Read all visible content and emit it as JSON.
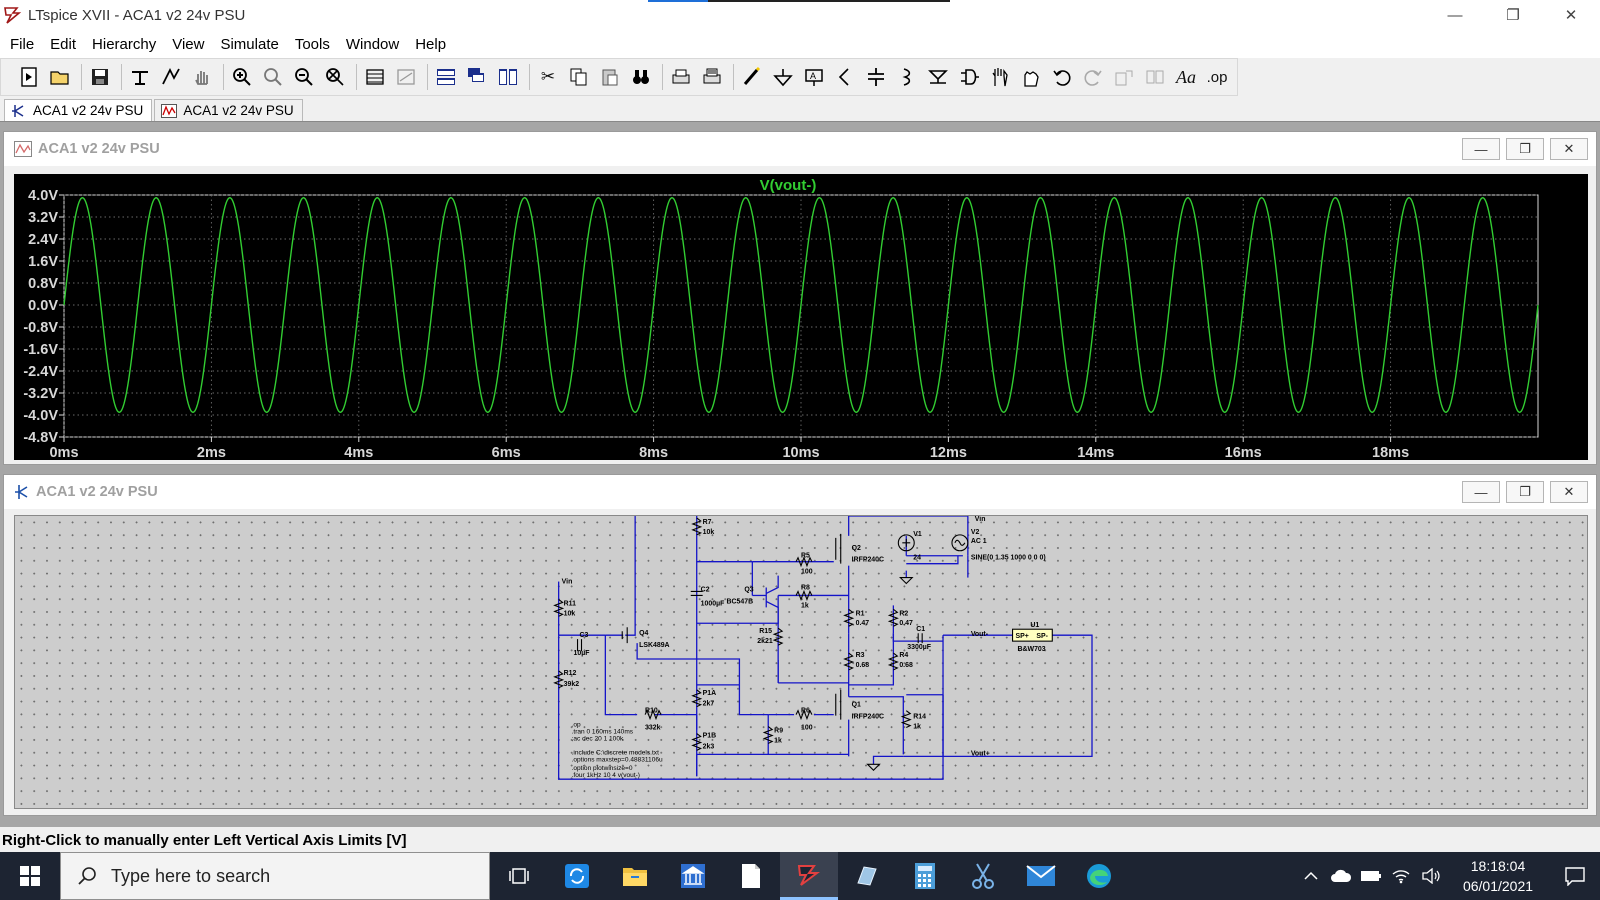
{
  "window": {
    "title": "LTspice XVII - ACA1 v2 24v PSU",
    "controls": [
      "minimize-icon",
      "restore-icon",
      "close-icon"
    ]
  },
  "menu": [
    "File",
    "Edit",
    "Hierarchy",
    "View",
    "Simulate",
    "Tools",
    "Window",
    "Help"
  ],
  "toolbar": {
    "tools": [
      "new-schematic-icon",
      "open-icon",
      "save-icon",
      "control-panel-icon",
      "run-icon",
      "halt-icon",
      "zoom-in-icon",
      "zoom-pan-icon",
      "zoom-out-icon",
      "zoom-fit-icon",
      "autorange-icon",
      "delete-plot-icon",
      "tile-horizontal-icon",
      "cascade-icon",
      "tile-vertical-icon",
      "cut-icon",
      "copy-icon",
      "paste-icon",
      "find-icon",
      "print-icon",
      "print-setup-icon",
      "draw-wire-icon",
      "ground-icon",
      "label-net-icon",
      "resistor-icon",
      "capacitor-icon",
      "inductor-icon",
      "diode-icon",
      "component-icon",
      "move-icon",
      "drag-icon",
      "undo-icon",
      "redo-icon",
      "rotate-icon",
      "mirror-icon",
      "text-icon",
      "spice-directive-icon"
    ],
    "text_label": "Aa",
    "op_label": ".op"
  },
  "doc_tabs": [
    {
      "label": "ACA1 v2 24v PSU",
      "icon": "schematic-icon",
      "active": true
    },
    {
      "label": "ACA1 v2 24v PSU",
      "icon": "waveform-icon",
      "active": false
    }
  ],
  "waveform_window": {
    "title": "ACA1 v2 24v PSU",
    "trace_label": "V(vout-)",
    "trace_color": "#32cd32",
    "axis_color": "#d8d8d8",
    "background": "#000000"
  },
  "chart_data": {
    "type": "line",
    "title": "V(vout-)",
    "xlabel": "",
    "ylabel": "",
    "x_unit": "ms",
    "xlim": [
      0,
      20
    ],
    "ylim": [
      -4.8,
      4.0
    ],
    "y_ticks": [
      "4.0V",
      "3.2V",
      "2.4V",
      "1.6V",
      "0.8V",
      "0.0V",
      "-0.8V",
      "-1.6V",
      "-2.4V",
      "-3.2V",
      "-4.0V",
      "-4.8V"
    ],
    "y_tick_values": [
      4.0,
      3.2,
      2.4,
      1.6,
      0.8,
      0.0,
      -0.8,
      -1.6,
      -2.4,
      -3.2,
      -4.0,
      -4.8
    ],
    "x_ticks": [
      "0ms",
      "2ms",
      "4ms",
      "6ms",
      "8ms",
      "10ms",
      "12ms",
      "14ms",
      "16ms",
      "18ms"
    ],
    "x_tick_values": [
      0,
      2,
      4,
      6,
      8,
      10,
      12,
      14,
      16,
      18
    ],
    "series": [
      {
        "frequency_hz": 1000,
        "amplitude_v": 3.9,
        "offset_v": 0.0,
        "phase": "starts near 0 V rising",
        "color": "#32cd32"
      }
    ],
    "grid": true
  },
  "schematic_window": {
    "title": "ACA1 v2 24v PSU",
    "components": {
      "R7": "R7",
      "R7v": "10k",
      "Q2": "Q2",
      "Q2m": "IRFP240C",
      "V1": "V1",
      "V1v": "24",
      "V2": "V2",
      "V2ac": "AC 1",
      "V2sine": "SINE(0 1.35 1000 0 0 0)",
      "R5": "R5",
      "R5v": "100",
      "C2": "C2",
      "C2v": "1000µF",
      "Q3": "Q3",
      "Q3m": "BC547B",
      "R8": "R8",
      "R8v": "1k",
      "R1": "R1",
      "R1v": "0.47",
      "R2": "R2",
      "R2v": "0.47",
      "Vin1": "Vin",
      "Vin2": "Vin",
      "R11": "R11",
      "R11v": "10k",
      "C3": "C3",
      "C3v": "10µF",
      "Q4": "Q4",
      "Q4m": "LSK489A",
      "R15": "R15",
      "R15v": "2k21",
      "C1": "C1",
      "C1v": "3300µF",
      "Vout_minus": "Vout-",
      "U1": "U1",
      "U1a": "SP+",
      "U1b": "SP-",
      "U1m": "B&W703",
      "R3": "R3",
      "R3v": "0.68",
      "R4": "R4",
      "R4v": "0.68",
      "R12": "R12",
      "R12v": "39k2",
      "P1A": "P1A",
      "P1Av": "2k7",
      "Q1": "Q1",
      "Q1m": "IRFP240C",
      "R10": "R10",
      "R10v": "332k",
      "R6": "R6",
      "R6v": "100",
      "R14": "R14",
      "R14v": "1k",
      "R9": "R9",
      "R9v": "1k",
      "P1B": "P1B",
      "P1Bv": "2k3",
      "Vout_plus": "Vout+"
    },
    "directives": [
      ".op",
      ".tran 0 160ms 140ms",
      ";ac dec 20 1 100k",
      ".include C:\\discrete models.txt",
      ".options maxstep=0.48831106u",
      ".option plotwinsize=0",
      ".four 1kHz 10 4 v(vout-)"
    ]
  },
  "statusbar": {
    "text": "Right-Click to manually enter Left Vertical Axis Limits [V]"
  },
  "taskbar": {
    "search_placeholder": "Type here to search",
    "apps": [
      "task-view-icon",
      "sync-app-icon",
      "file-explorer-icon",
      "bank-app-icon",
      "notepad-icon",
      "ltspice-icon",
      "app-icon",
      "calculator-icon",
      "snip-tool-icon",
      "mail-icon",
      "edge-icon"
    ],
    "clock_time": "18:18:04",
    "clock_date": "06/01/2021"
  }
}
